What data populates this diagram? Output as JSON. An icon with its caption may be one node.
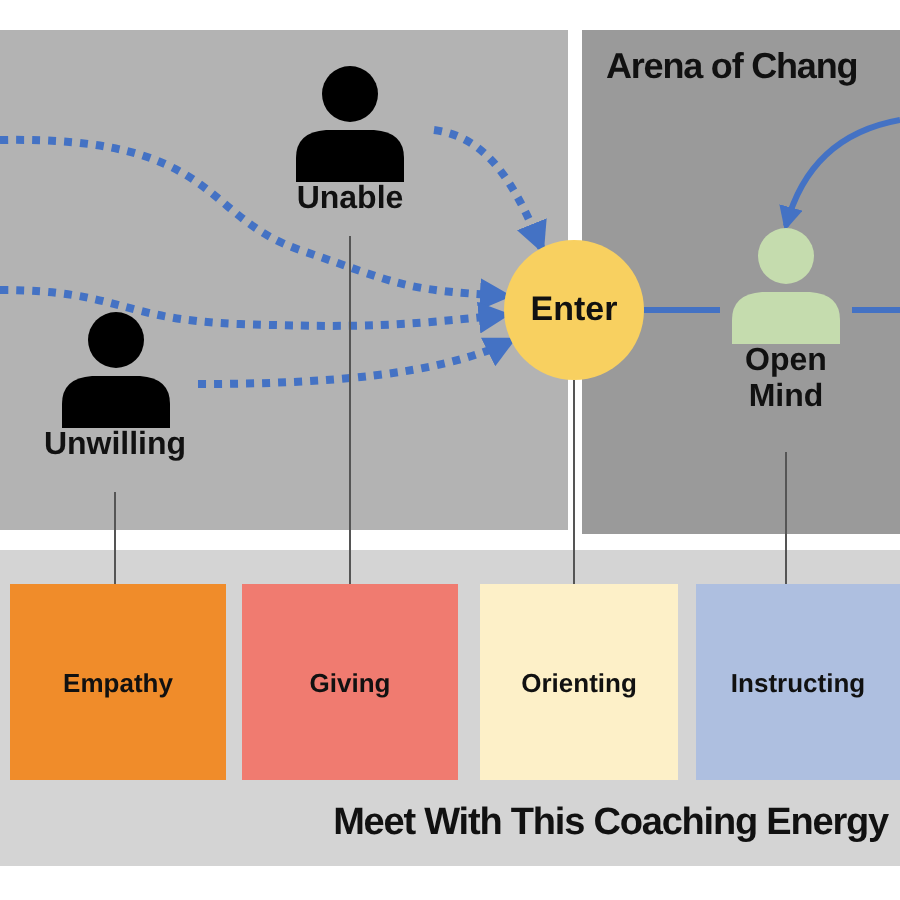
{
  "diagram": {
    "nodes": [
      {
        "text": [],
        "shape": "box"
      },
      {
        "text": [
          "Arena of Chang"
        ]
      },
      {
        "text": [
          "Unable"
        ],
        "in": 0
      },
      {
        "text": [
          "Unwilling"
        ],
        "in": 0
      },
      {
        "text": [
          "Enter"
        ]
      },
      {
        "text": [
          "Open Mind"
        ],
        "in": 1
      },
      {
        "text": [
          "Meet With This Coaching Energy"
        ]
      },
      {
        "text": [
          "Empathy"
        ],
        "in": 6
      },
      {
        "text": [
          "Giving"
        ],
        "in": 6
      },
      {
        "text": [
          "Orienting"
        ],
        "in": 6
      },
      {
        "text": [
          "Instructing"
        ],
        "in": 6
      }
    ],
    "edges": [
      {
        "from": 0,
        "to": 4,
        "arrow": "to",
        "style": "dashed"
      },
      {
        "from": 0,
        "to": 4,
        "arrow": "to",
        "style": "dashed"
      },
      {
        "from": 3,
        "to": 4,
        "arrow": "to",
        "style": "dashed"
      },
      {
        "from": 2,
        "to": 4,
        "arrow": "to",
        "style": "dashed"
      },
      {
        "from": 4,
        "to": 5,
        "arrow": "none"
      },
      {
        "from": 5,
        "to": null,
        "arrow": "none"
      },
      {
        "from": null,
        "to": 5,
        "arrow": "to"
      },
      {
        "from": 3,
        "to": 7,
        "arrow": "none",
        "color": "#555555"
      },
      {
        "from": 2,
        "to": 8,
        "arrow": "none",
        "color": "#555555"
      },
      {
        "from": 4,
        "to": 9,
        "arrow": "none",
        "color": "#555555"
      },
      {
        "from": 5,
        "to": 10,
        "arrow": "none",
        "color": "#555555"
      }
    ]
  }
}
